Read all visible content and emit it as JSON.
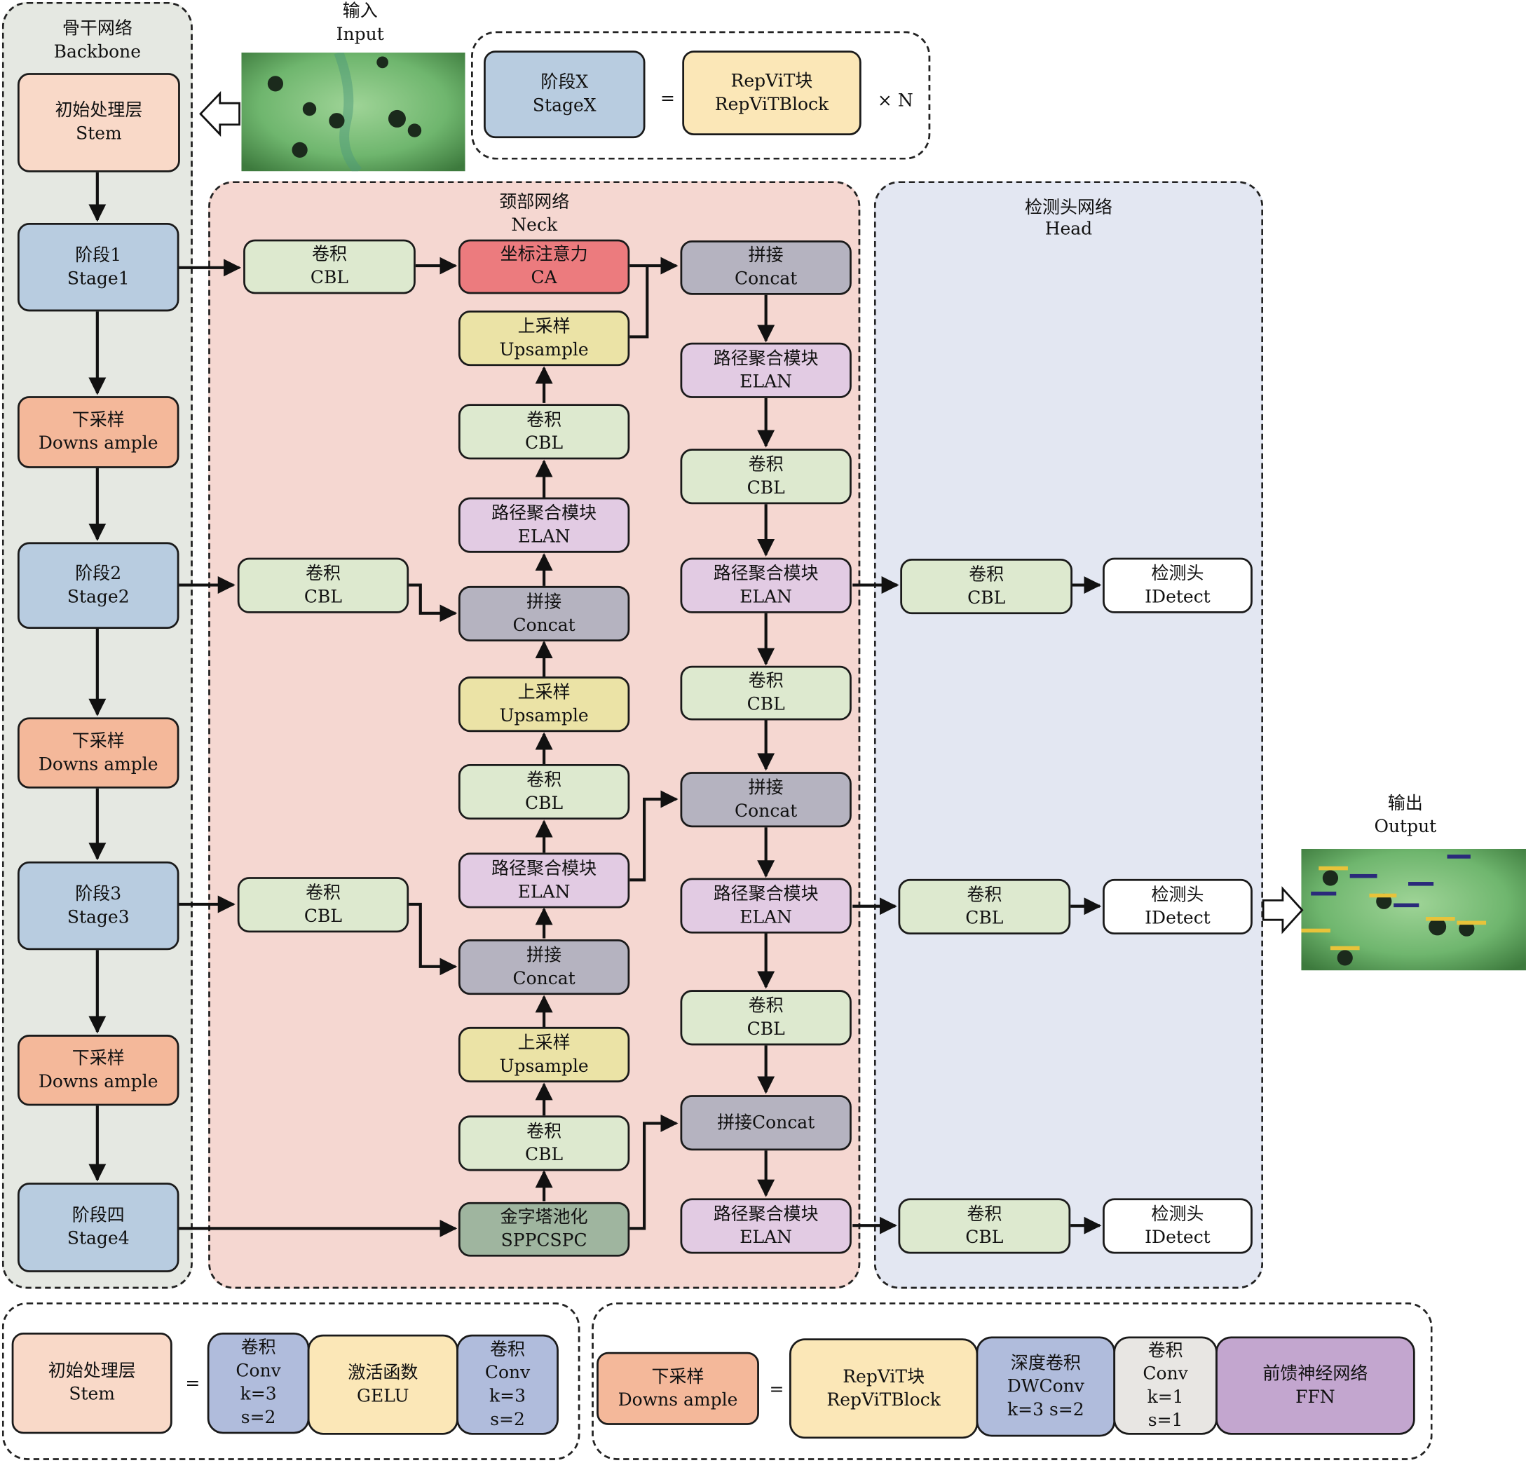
{
  "colors": {
    "stage": "#b8cce0",
    "stem": "#f9d9c8",
    "downsample": "#f4b89a",
    "cbl": "#dde9cf",
    "ca": "#ec7b7e",
    "upsample": "#ebe3a6",
    "elan": "#e2cbe3",
    "concat": "#b5b3c0",
    "spp": "#9fb59f",
    "detect": "#ffffff",
    "repvit": "#fbe7b7",
    "conv_blue": "#b0bcdc",
    "gelu": "#fbe7b7",
    "conv_gray": "#e8e6e3",
    "ffn": "#c3a6cf",
    "backbone_bg": "#e5e8e2",
    "neck_bg": "#f5d7d1",
    "head_bg": "#e3e7f2"
  },
  "input": {
    "zh": "输入",
    "en": "Input"
  },
  "output": {
    "zh": "输出",
    "en": "Output"
  },
  "backbone": {
    "title_zh": "骨干网络",
    "title_en": "Backbone",
    "stem": {
      "zh": "初始处理层",
      "en": "Stem"
    },
    "stage1": {
      "zh": "阶段1",
      "en": "Stage1"
    },
    "down1": {
      "zh": "下采样",
      "en": "Downs ample"
    },
    "stage2": {
      "zh": "阶段2",
      "en": "Stage2"
    },
    "down2": {
      "zh": "下采样",
      "en": "Downs ample"
    },
    "stage3": {
      "zh": "阶段3",
      "en": "Stage3"
    },
    "down3": {
      "zh": "下采样",
      "en": "Downs ample"
    },
    "stage4": {
      "zh": "阶段四",
      "en": "Stage4"
    }
  },
  "stage_legend": {
    "stage": {
      "zh": "阶段X",
      "en": "StageX"
    },
    "equals": "=",
    "block": {
      "zh": "RepViT块",
      "en": "RepViTBlock"
    },
    "times": "× N"
  },
  "neck": {
    "title_zh": "颈部网络",
    "title_en": "Neck",
    "cbl_s1": {
      "zh": "卷积",
      "en": "CBL"
    },
    "ca": {
      "zh": "坐标注意力",
      "en": "CA"
    },
    "up1": {
      "zh": "上采样",
      "en": "Upsample"
    },
    "cbl_a": {
      "zh": "卷积",
      "en": "CBL"
    },
    "elan_a": {
      "zh": "路径聚合模块",
      "en": "ELAN"
    },
    "concat_a": {
      "zh": "拼接",
      "en": "Concat"
    },
    "cbl_s2": {
      "zh": "卷积",
      "en": "CBL"
    },
    "up2": {
      "zh": "上采样",
      "en": "Upsample"
    },
    "cbl_b": {
      "zh": "卷积",
      "en": "CBL"
    },
    "elan_b": {
      "zh": "路径聚合模块",
      "en": "ELAN"
    },
    "concat_b": {
      "zh": "拼接",
      "en": "Concat"
    },
    "cbl_s3": {
      "zh": "卷积",
      "en": "CBL"
    },
    "up3": {
      "zh": "上采样",
      "en": "Upsample"
    },
    "cbl_c": {
      "zh": "卷积",
      "en": "CBL"
    },
    "spp": {
      "zh": "金字塔池化",
      "en": "SPPCSPC"
    },
    "r_concat1": {
      "zh": "拼接",
      "en": "Concat"
    },
    "r_elan1": {
      "zh": "路径聚合模块",
      "en": "ELAN"
    },
    "r_cbl1": {
      "zh": "卷积",
      "en": "CBL"
    },
    "r_elan2": {
      "zh": "路径聚合模块",
      "en": "ELAN"
    },
    "r_cbl2": {
      "zh": "卷积",
      "en": "CBL"
    },
    "r_concat2": {
      "zh": "拼接",
      "en": "Concat"
    },
    "r_elan3": {
      "zh": "路径聚合模块",
      "en": "ELAN"
    },
    "r_cbl3": {
      "zh": "卷积",
      "en": "CBL"
    },
    "r_concat3": "拼接Concat",
    "r_elan4": {
      "zh": "路径聚合模块",
      "en": "ELAN"
    }
  },
  "head": {
    "title_zh": "检测头网络",
    "title_en": "Head",
    "cbl1": {
      "zh": "卷积",
      "en": "CBL"
    },
    "det1": {
      "zh": "检测头",
      "en": "IDetect"
    },
    "cbl2": {
      "zh": "卷积",
      "en": "CBL"
    },
    "det2": {
      "zh": "检测头",
      "en": "IDetect"
    },
    "cbl3": {
      "zh": "卷积",
      "en": "CBL"
    },
    "det3": {
      "zh": "检测头",
      "en": "IDetect"
    }
  },
  "stem_legend": {
    "stem": {
      "zh": "初始处理层",
      "en": "Stem"
    },
    "equals": "=",
    "conv1": {
      "zh": "卷积",
      "en": "Conv",
      "k": "k=3",
      "s": "s=2"
    },
    "gelu": {
      "zh": "激活函数",
      "en": "GELU"
    },
    "conv2": {
      "zh": "卷积",
      "en": "Conv",
      "k": "k=3",
      "s": "s=2"
    }
  },
  "down_legend": {
    "down": {
      "zh": "下采样",
      "en": "Downs ample"
    },
    "equals": "=",
    "repvit": {
      "zh": "RepViT块",
      "en": "RepViTBlock"
    },
    "dwconv": {
      "zh": "深度卷积",
      "en": "DWConv",
      "ks": "k=3 s=2"
    },
    "conv": {
      "zh": "卷积",
      "en": "Conv",
      "k": "k=1",
      "s": "s=1"
    },
    "ffn": {
      "zh": "前馈神经网络",
      "en": "FFN"
    }
  }
}
